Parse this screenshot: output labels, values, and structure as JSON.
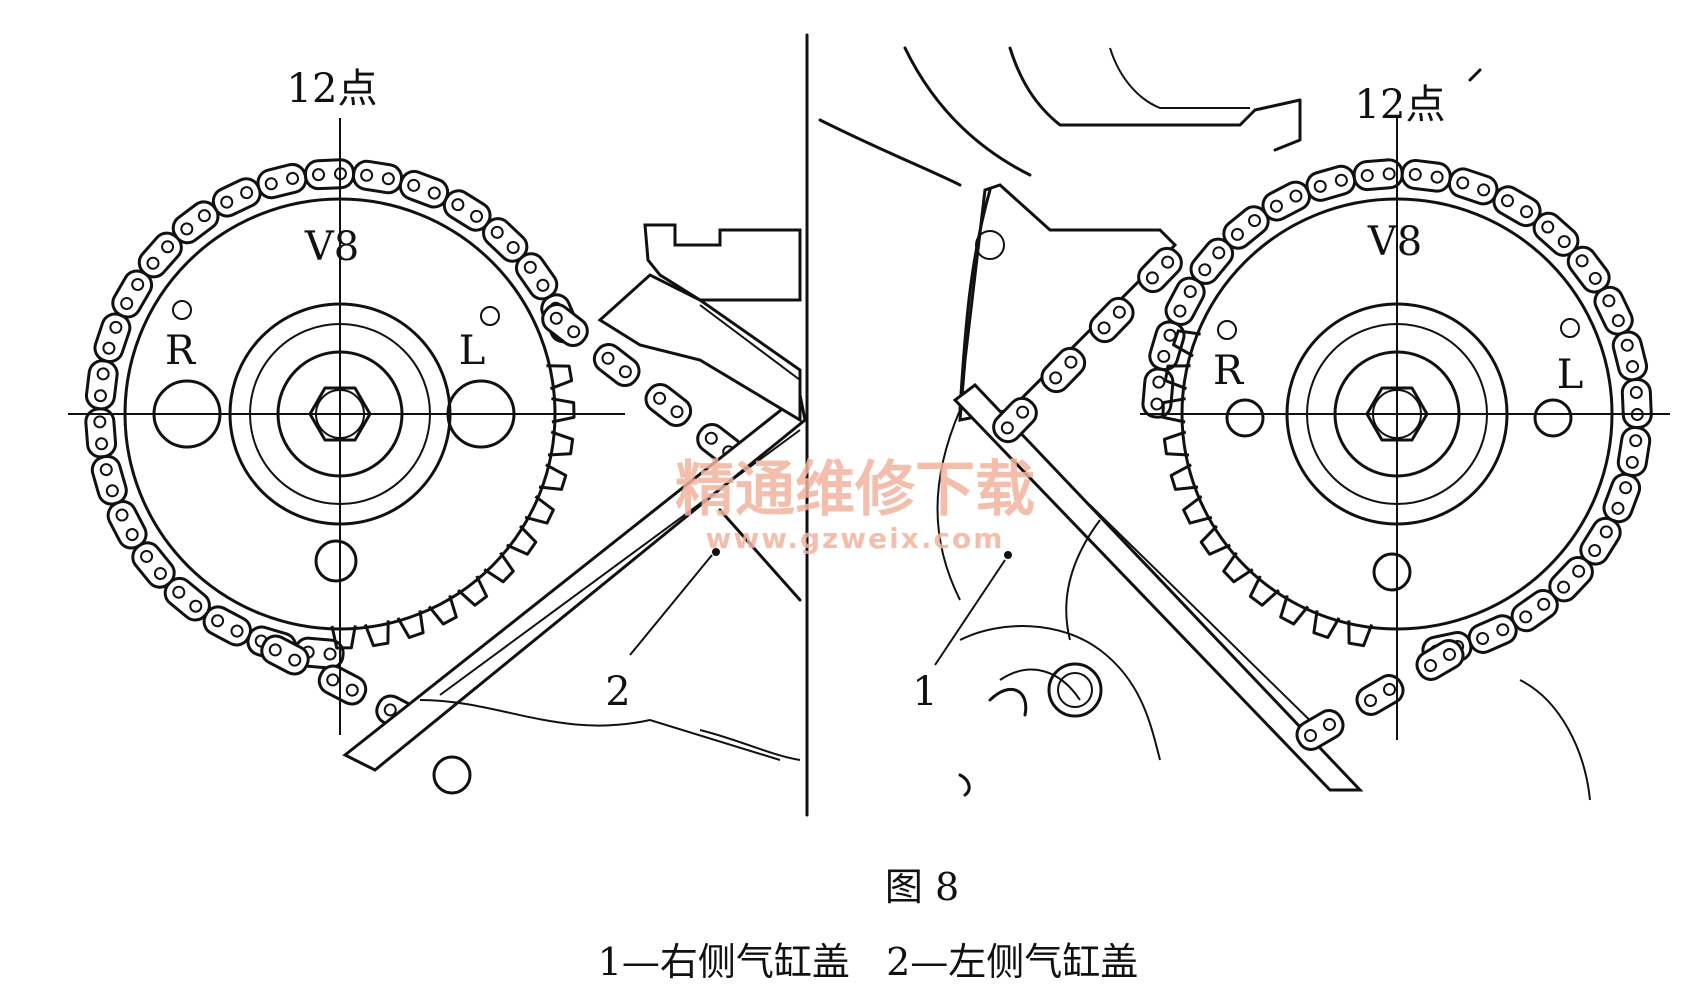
{
  "diagram": {
    "left_panel": {
      "clock_label": "12点",
      "engine_label": "V8",
      "right_mark": "R",
      "left_mark": "L",
      "callout": "2"
    },
    "right_panel": {
      "clock_label": "12点",
      "engine_label": "V8",
      "right_mark": "R",
      "left_mark": "L",
      "callout": "1"
    },
    "watermark": {
      "text": "精通维修下载",
      "url": "www.gzweix.com"
    },
    "figure_title": "图 8",
    "caption": "1—右侧气缸盖   2—左侧气缸盖"
  }
}
